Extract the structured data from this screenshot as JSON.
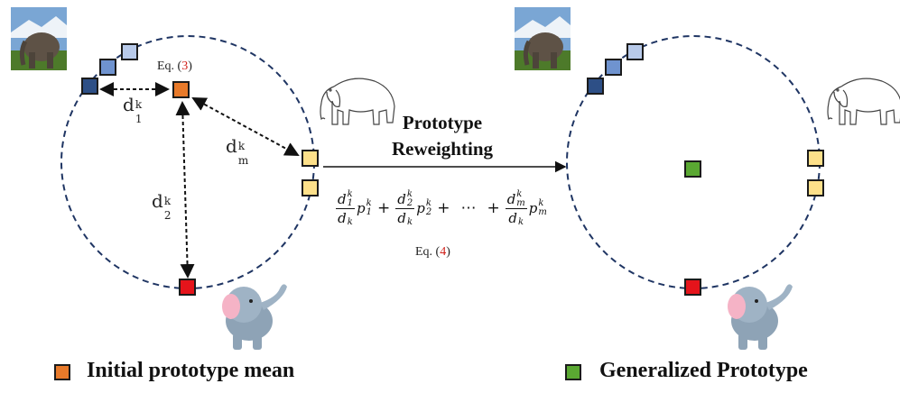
{
  "colors": {
    "orange": "#e87a2a",
    "red": "#e5141b",
    "green": "#5aa832",
    "yellow": "#fde08a",
    "blue_dark": "#2d4f86",
    "blue_mid": "#6f93cf",
    "blue_light": "#b8caea",
    "dash": "#1f3563"
  },
  "labels": {
    "eq3_prefix": "Eq. (",
    "eq3_num": "3",
    "eq3_suffix": ")",
    "eq4_prefix": "Eq. (",
    "eq4_num": "4",
    "eq4_suffix": ")",
    "d1": "d",
    "d1_sub": "1",
    "d1_sup": "k",
    "dm": "d",
    "dm_sub": "m",
    "dm_sup": "k",
    "d2": "d",
    "d2_sub": "2",
    "d2_sup": "k",
    "arrow_title_line1": "Prototype",
    "arrow_title_line2": "Reweighting",
    "legend_initial": "Initial prototype mean",
    "legend_generalized": "Generalized Prototype"
  },
  "formula": {
    "terms": [
      {
        "num": "d",
        "num_sub": "1",
        "num_sup": "k",
        "den": "d",
        "den_sub": "k",
        "p": "p",
        "p_sub": "1",
        "p_sup": "k"
      },
      {
        "num": "d",
        "num_sub": "2",
        "num_sup": "k",
        "den": "d",
        "den_sub": "k",
        "p": "p",
        "p_sub": "2",
        "p_sup": "k"
      },
      {
        "num": "d",
        "num_sub": "m",
        "num_sup": "k",
        "den": "d",
        "den_sub": "k",
        "p": "p",
        "p_sub": "m",
        "p_sup": "k"
      }
    ],
    "plus": "+",
    "ellipsis": "⋯"
  }
}
